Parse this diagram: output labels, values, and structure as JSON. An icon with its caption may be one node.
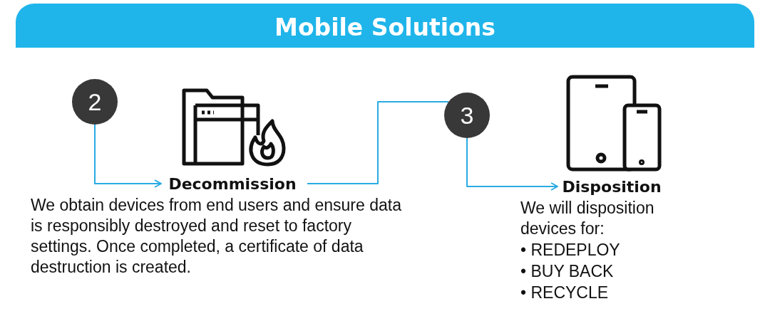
{
  "diagram": {
    "title": "Mobile Solutions",
    "nodes": [
      {
        "text": [
          "2"
        ]
      },
      {
        "text": [
          "Decommission"
        ],
        "beside": [
          "We obtain devices from end users and ensure data is responsibly destroyed and reset to factory settings. Once completed, a certificate of data destruction is created."
        ]
      },
      {
        "text": [
          "3"
        ]
      },
      {
        "text": [
          "Disposition"
        ],
        "beside": [
          "We will disposition devices for:",
          "• REDEPLOY",
          "• BUY BACK",
          "• RECYCLE"
        ]
      }
    ],
    "edges": [
      {
        "from": 0,
        "to": 1,
        "arrow": "to"
      },
      {
        "from": 1,
        "to": 2,
        "arrow": "none"
      },
      {
        "from": 2,
        "to": 3,
        "arrow": "to"
      }
    ]
  }
}
